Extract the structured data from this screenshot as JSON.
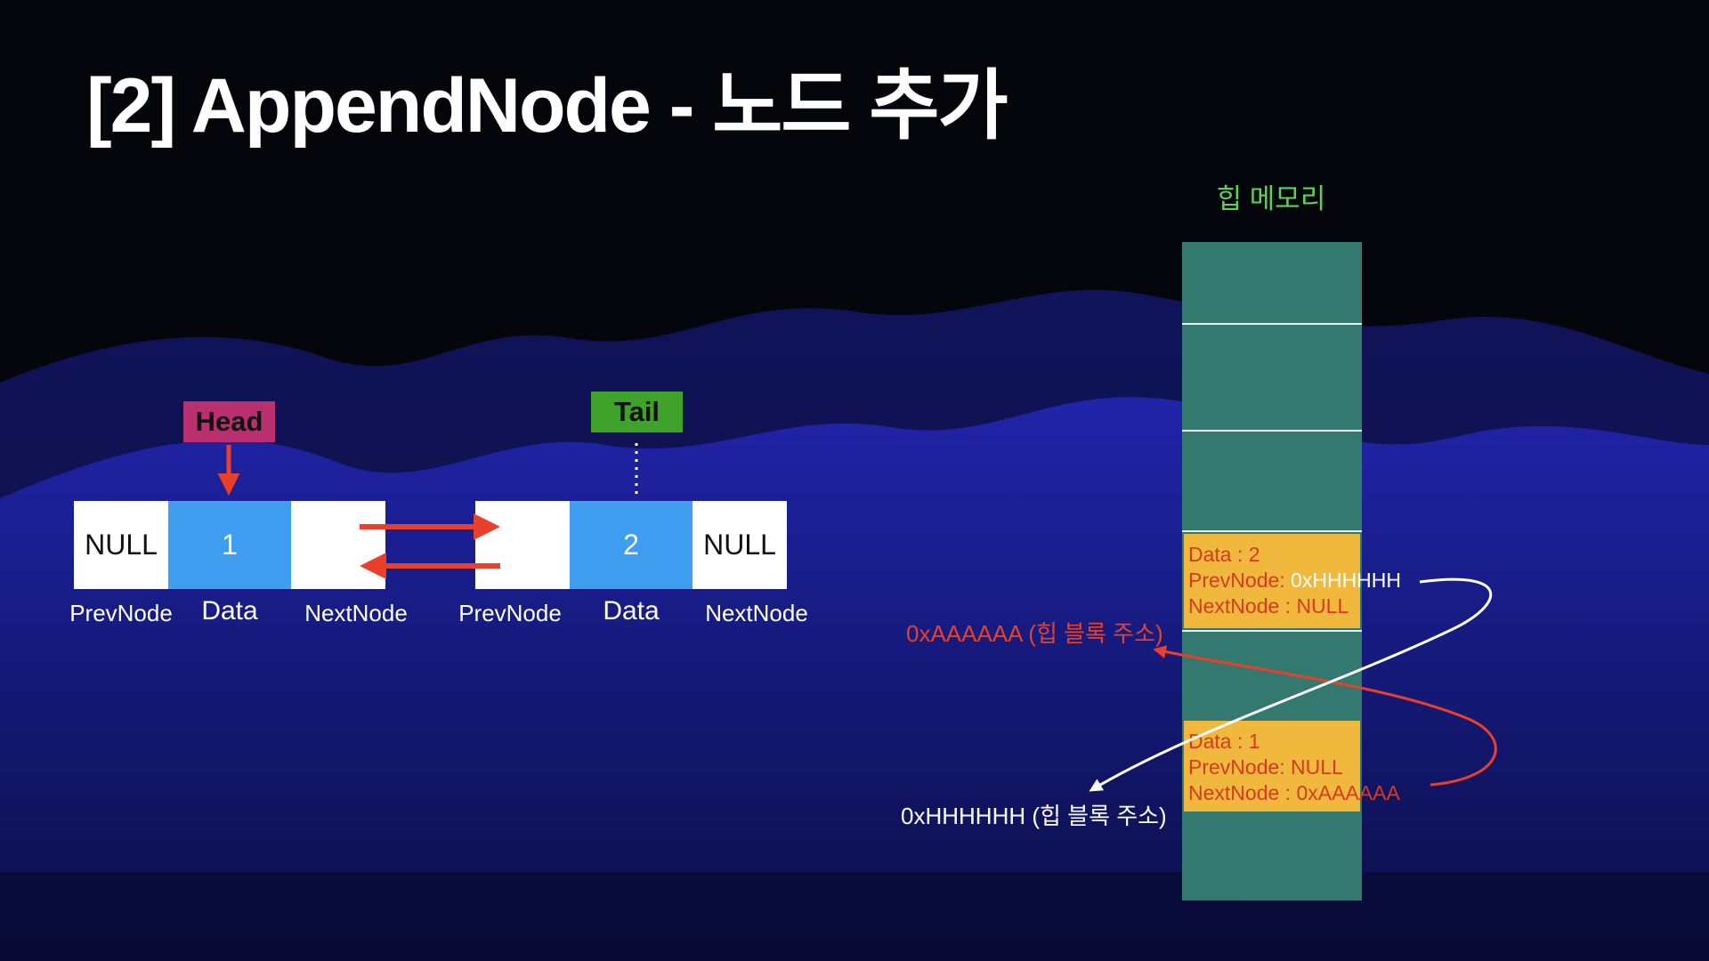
{
  "title": "[2] AppendNode - 노드 추가",
  "heap_title": "힙 메모리",
  "head_label": "Head",
  "tail_label": "Tail",
  "nodes": [
    {
      "prev": "NULL",
      "data": "1",
      "next": "",
      "labels": {
        "prev": "PrevNode",
        "data": "Data",
        "next": "NextNode"
      }
    },
    {
      "prev": "",
      "data": "2",
      "next": "NULL",
      "labels": {
        "prev": "PrevNode",
        "data": "Data",
        "next": "NextNode"
      }
    }
  ],
  "heap_blocks": [
    {
      "data": "Data : 2",
      "prev_key": "PrevNode:",
      "prev_val": " 0xHHHHHH",
      "next": "NextNode : NULL"
    },
    {
      "data": "Data : 1",
      "prev": "PrevNode: NULL",
      "next": "NextNode : 0xAAAAAA"
    }
  ],
  "address_labels": {
    "red": "0xAAAAAA (힙 블록 주소)",
    "white": "0xHHHHHH (힙 블록 주소)"
  },
  "colors": {
    "background": "#05050c",
    "wave": "#1b1f9c",
    "head_tag": "#b8306f",
    "tail_tag": "#3fa32b",
    "data_cell": "#3f9ef0",
    "heap": "#34796f",
    "heap_block": "#f0b93e",
    "pointer_red": "#e8402a",
    "heap_title": "#5fd05a"
  }
}
